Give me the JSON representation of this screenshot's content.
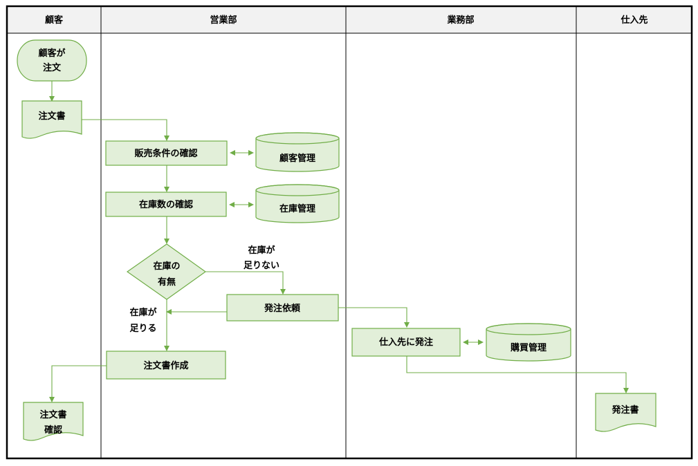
{
  "lanes": [
    {
      "id": "customer",
      "title": "顧客"
    },
    {
      "id": "sales",
      "title": "営業部"
    },
    {
      "id": "business",
      "title": "業務部"
    },
    {
      "id": "supplier",
      "title": "仕入先"
    }
  ],
  "nodes": {
    "customer_order": {
      "lines": [
        "顧客が",
        "注文"
      ]
    },
    "order_form": {
      "lines": [
        "注文書"
      ]
    },
    "check_sales_terms": {
      "lines": [
        "販売条件の確認"
      ]
    },
    "customer_management": {
      "lines": [
        "顧客管理"
      ]
    },
    "check_stock_count": {
      "lines": [
        "在庫数の確認"
      ]
    },
    "stock_management": {
      "lines": [
        "在庫管理"
      ]
    },
    "stock_decision": {
      "lines": [
        "在庫の",
        "有無"
      ]
    },
    "order_request": {
      "lines": [
        "発注依頼"
      ]
    },
    "create_order_form": {
      "lines": [
        "注文書作成"
      ]
    },
    "order_confirmation": {
      "lines": [
        "注文書",
        "確認"
      ]
    },
    "order_to_supplier": {
      "lines": [
        "仕入先に発注"
      ]
    },
    "purchase_management": {
      "lines": [
        "購買管理"
      ]
    },
    "purchase_order": {
      "lines": [
        "発注書"
      ]
    }
  },
  "edge_labels": {
    "stock_insufficient": [
      "在庫が",
      "足りない"
    ],
    "stock_sufficient": [
      "在庫が",
      "足りる"
    ]
  },
  "colors": {
    "shape_fill": "#E2EFD9",
    "shape_stroke": "#70AD47",
    "connector": "#70AD47",
    "header_fill": "#F2F2F2",
    "frame": "#000000"
  }
}
